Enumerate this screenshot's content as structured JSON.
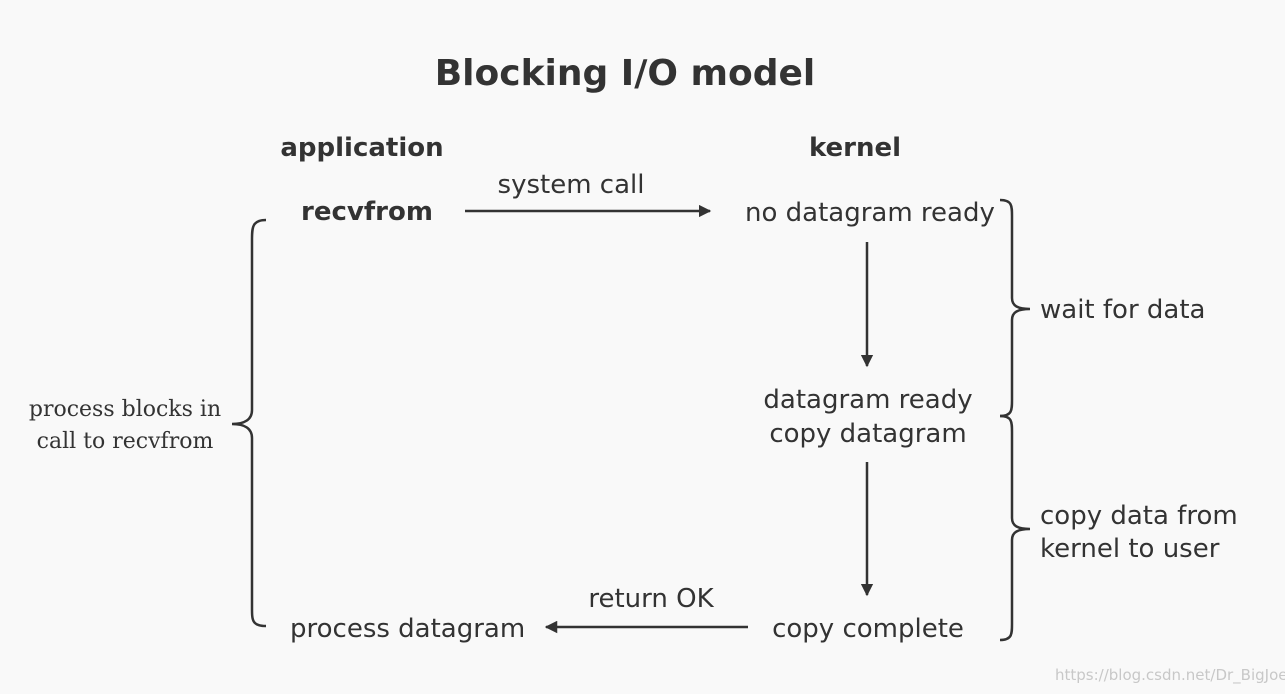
{
  "title": "Blocking I/O model",
  "columns": {
    "application": "application",
    "kernel": "kernel"
  },
  "app": {
    "recvfrom": "recvfrom",
    "process_datagram": "process datagram"
  },
  "kernel": {
    "no_datagram_ready": "no datagram ready",
    "datagram_ready": "datagram ready",
    "copy_datagram": "copy datagram",
    "copy_complete": "copy complete"
  },
  "arrows": {
    "system_call": "system call",
    "return_ok": "return OK"
  },
  "braces": {
    "wait_for_data": "wait for data",
    "copy_data_line1": "copy data from",
    "copy_data_line2": "kernel to user",
    "process_blocks_line1": "process blocks in",
    "process_blocks_line2": "call to recvfrom"
  },
  "watermark": "https://blog.csdn.net/Dr_BigJoe",
  "colors": {
    "background": "#f9f9f9",
    "ink": "#333333"
  }
}
